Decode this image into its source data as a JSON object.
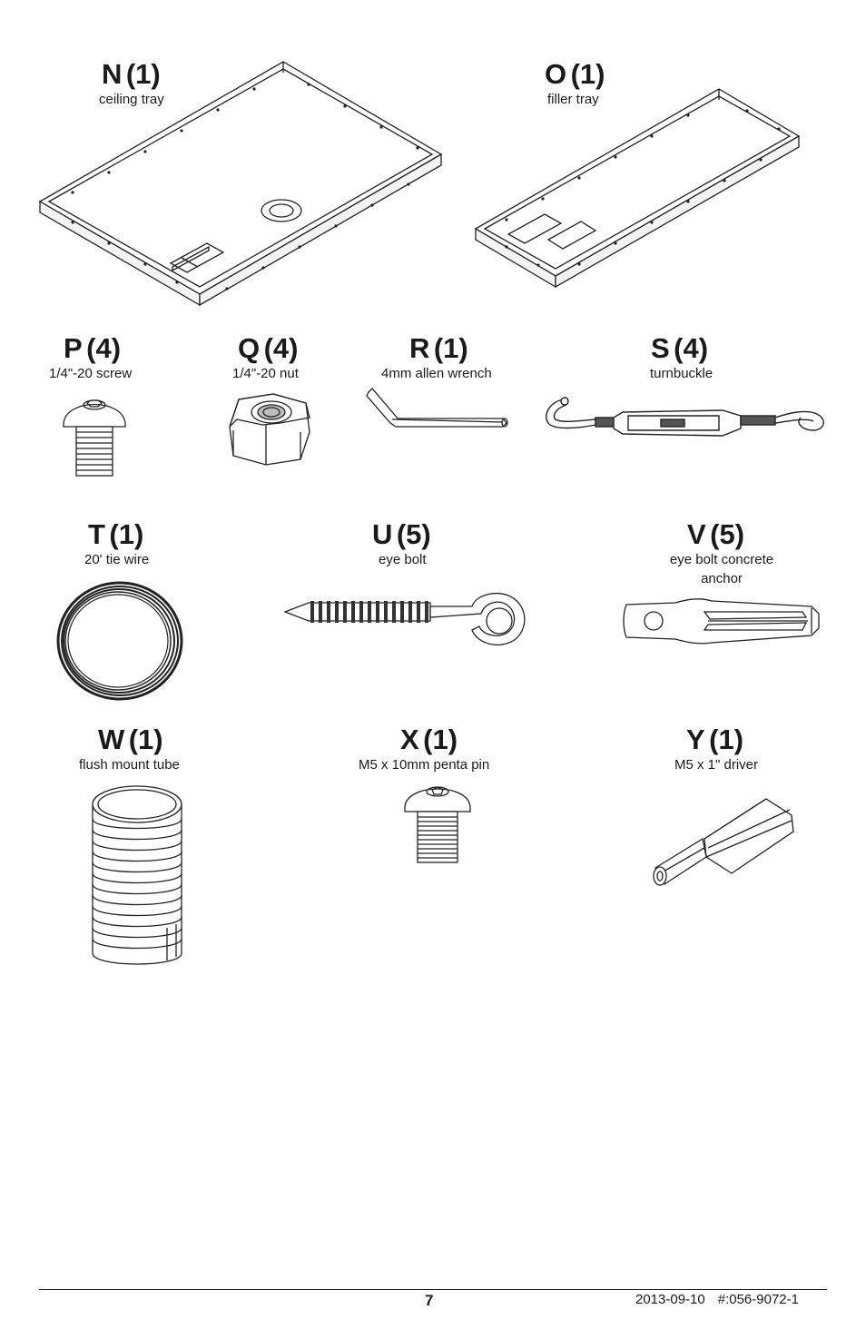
{
  "parts": [
    {
      "letter": "N",
      "qty": "(1)",
      "desc": "ceiling tray"
    },
    {
      "letter": "O",
      "qty": "(1)",
      "desc": "filler tray"
    },
    {
      "letter": "P",
      "qty": "(4)",
      "desc": "1/4\"-20 screw"
    },
    {
      "letter": "Q",
      "qty": "(4)",
      "desc": "1/4\"-20 nut"
    },
    {
      "letter": "R",
      "qty": "(1)",
      "desc": "4mm allen wrench"
    },
    {
      "letter": "S",
      "qty": "(4)",
      "desc": "turnbuckle"
    },
    {
      "letter": "T",
      "qty": "(1)",
      "desc": "20' tie wire"
    },
    {
      "letter": "U",
      "qty": "(5)",
      "desc": "eye bolt"
    },
    {
      "letter": "V",
      "qty": "(5)",
      "desc": "eye bolt concrete",
      "desc2": "anchor"
    },
    {
      "letter": "W",
      "qty": "(1)",
      "desc": "flush mount tube"
    },
    {
      "letter": "X",
      "qty": "(1)",
      "desc": "M5 x 10mm penta pin"
    },
    {
      "letter": "Y",
      "qty": "(1)",
      "desc": "M5 x 1\" driver"
    }
  ],
  "footer": {
    "page": "7",
    "date": "2013-09-10",
    "doc_number": "#:056-9072-1"
  }
}
